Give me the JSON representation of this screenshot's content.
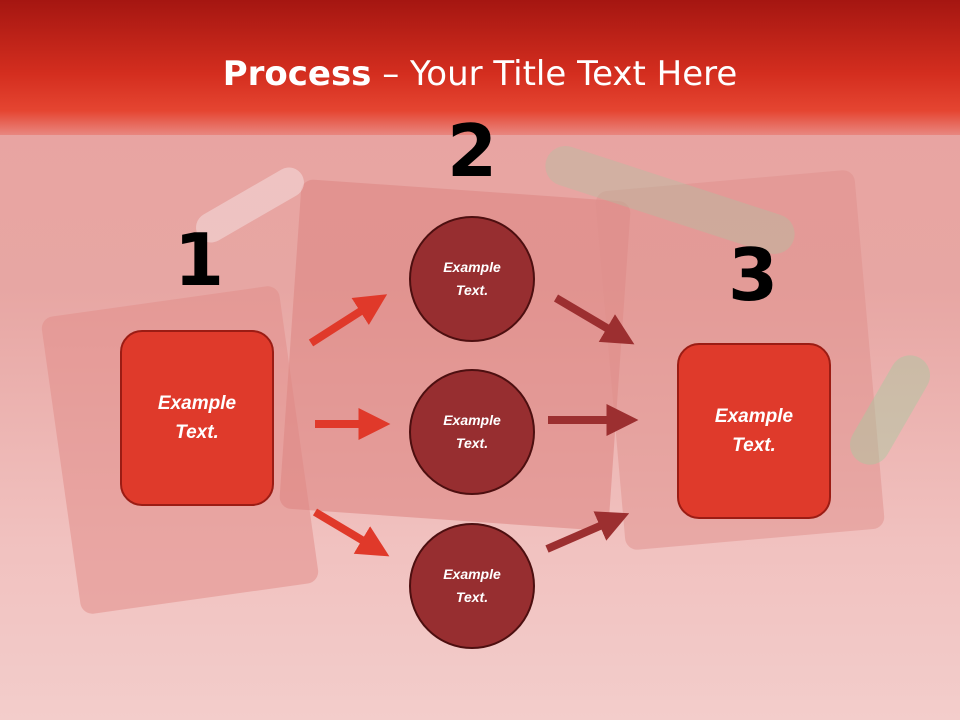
{
  "title": {
    "bold": "Process",
    "rest": " – Your Title Text Here"
  },
  "steps": [
    {
      "number": "1",
      "box_text": "Example\nText."
    },
    {
      "number": "2",
      "circles": [
        "Example\nText.",
        "Example\nText.",
        "Example\nText."
      ]
    },
    {
      "number": "3",
      "box_text": "Example\nText."
    }
  ],
  "colors": {
    "header": "#d42e1f",
    "box": "#df3a2b",
    "circle": "#972e30",
    "arrow_left": "#e0392a",
    "arrow_right": "#9c2f30"
  }
}
